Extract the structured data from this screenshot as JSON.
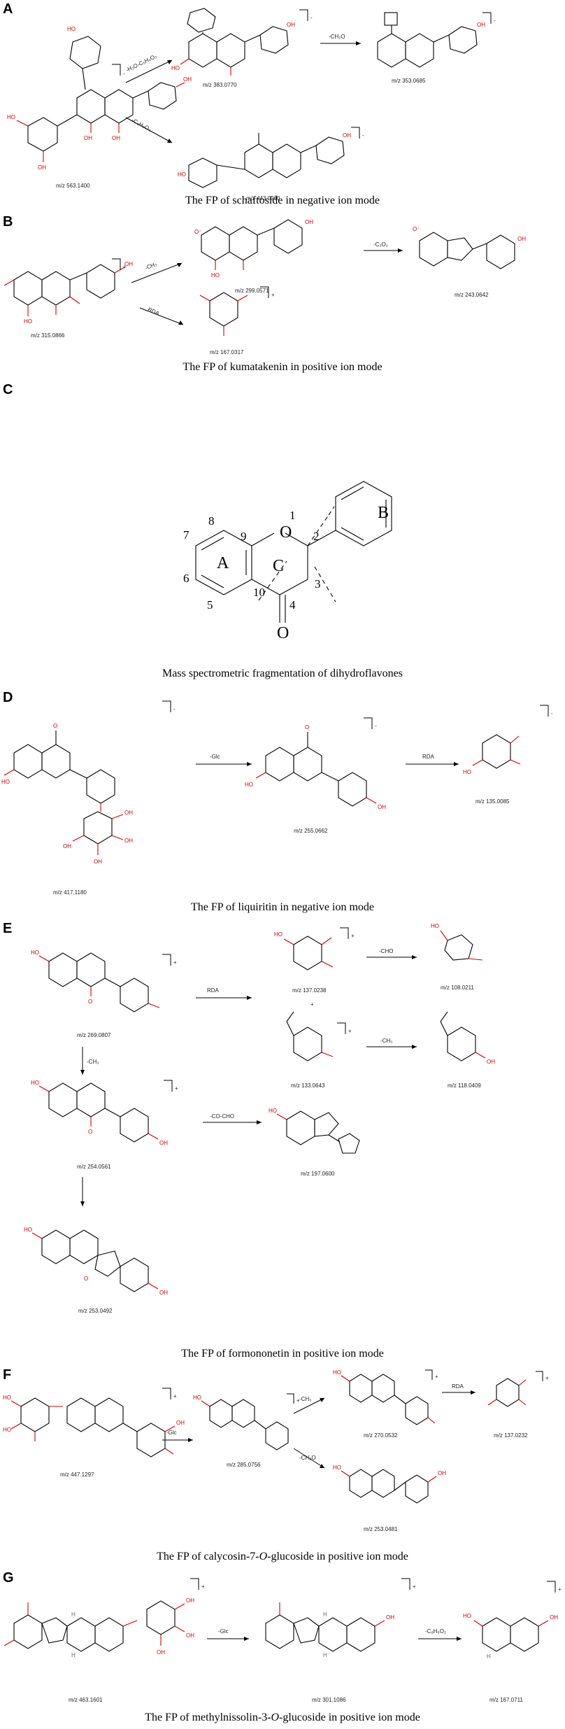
{
  "panels": [
    {
      "letter": "A",
      "caption": "The FP of schaftoside in negative ion mode",
      "parent_mz": "m/z 563.1400",
      "charge": "-",
      "ops": [
        "-H₂O-C₅H₄O₃",
        "-CH₂O",
        "-C₄H₈O₄"
      ],
      "fragments": [
        "m/z 383.0770",
        "m/z 353.0685",
        "m/z 443.0960"
      ]
    },
    {
      "letter": "B",
      "caption": "The FP of kumatakenin in positive ion mode",
      "parent_mz": "m/z 315.0866",
      "charge": "+",
      "ops": [
        "-CH₃",
        "-C₂O₂",
        "RDA"
      ],
      "fragments": [
        "m/z 299.0571",
        "m/z 243.0642",
        "m/z 167.0317"
      ]
    },
    {
      "letter": "C",
      "caption": "Mass spectrometric fragmentation of dihydroflavones",
      "numbers": [
        "1",
        "2",
        "3",
        "4",
        "5",
        "6",
        "7",
        "8",
        "9",
        "10"
      ],
      "rings": [
        "A",
        "B",
        "C"
      ],
      "atom": "O"
    },
    {
      "letter": "D",
      "caption": "The FP of liquiritin in negative ion mode",
      "parent_mz": "m/z 417.1180",
      "charge": "-",
      "ops": [
        "-Glc",
        "RDA"
      ],
      "fragments": [
        "m/z 255.0662",
        "m/z 135.0085"
      ]
    },
    {
      "letter": "E",
      "caption": "The FP of formononetin in positive ion mode",
      "parent_mz": "m/z 269.0807",
      "charge": "+",
      "ops": [
        "RDA",
        "-CHO",
        "-CH₃",
        "-CH₃",
        "-CO-CHO"
      ],
      "fragments": [
        "m/z 137.0238",
        "m/z 108.0211",
        "m/z 133.0643",
        "m/z 118.0409",
        "m/z 254.0561",
        "m/z 197.0600",
        "m/z 253.0492"
      ],
      "plus": "+"
    },
    {
      "letter": "F",
      "caption_parts": [
        "The FP of calycosin-7-",
        "O",
        "-glucoside in positive ion mode"
      ],
      "parent_mz": "m/z 447.1297",
      "charge": "+",
      "ops": [
        "-Glc",
        "-CH₃",
        "RDA",
        "-CH₂O"
      ],
      "fragments": [
        "m/z 285.0756",
        "m/z 270.0532",
        "m/z 137.0232",
        "m/z 253.0481"
      ]
    },
    {
      "letter": "G",
      "caption_parts": [
        "The FP of methylnissolin-3-",
        "O",
        "-glucoside in positive ion mode"
      ],
      "parent_mz": "m/z 463.1601",
      "charge": "+",
      "ops": [
        "-Glc",
        "-C₈H₆O₂"
      ],
      "fragments": [
        "m/z 301.1086",
        "m/z 167.0711"
      ]
    }
  ],
  "atoms": {
    "oh": "OH",
    "o": "O",
    "ho": "HO",
    "h": "H",
    "ominus": "O⁻"
  },
  "colors": {
    "heteroatom": "#d40000",
    "bond": "#000000",
    "text": "#000000"
  }
}
